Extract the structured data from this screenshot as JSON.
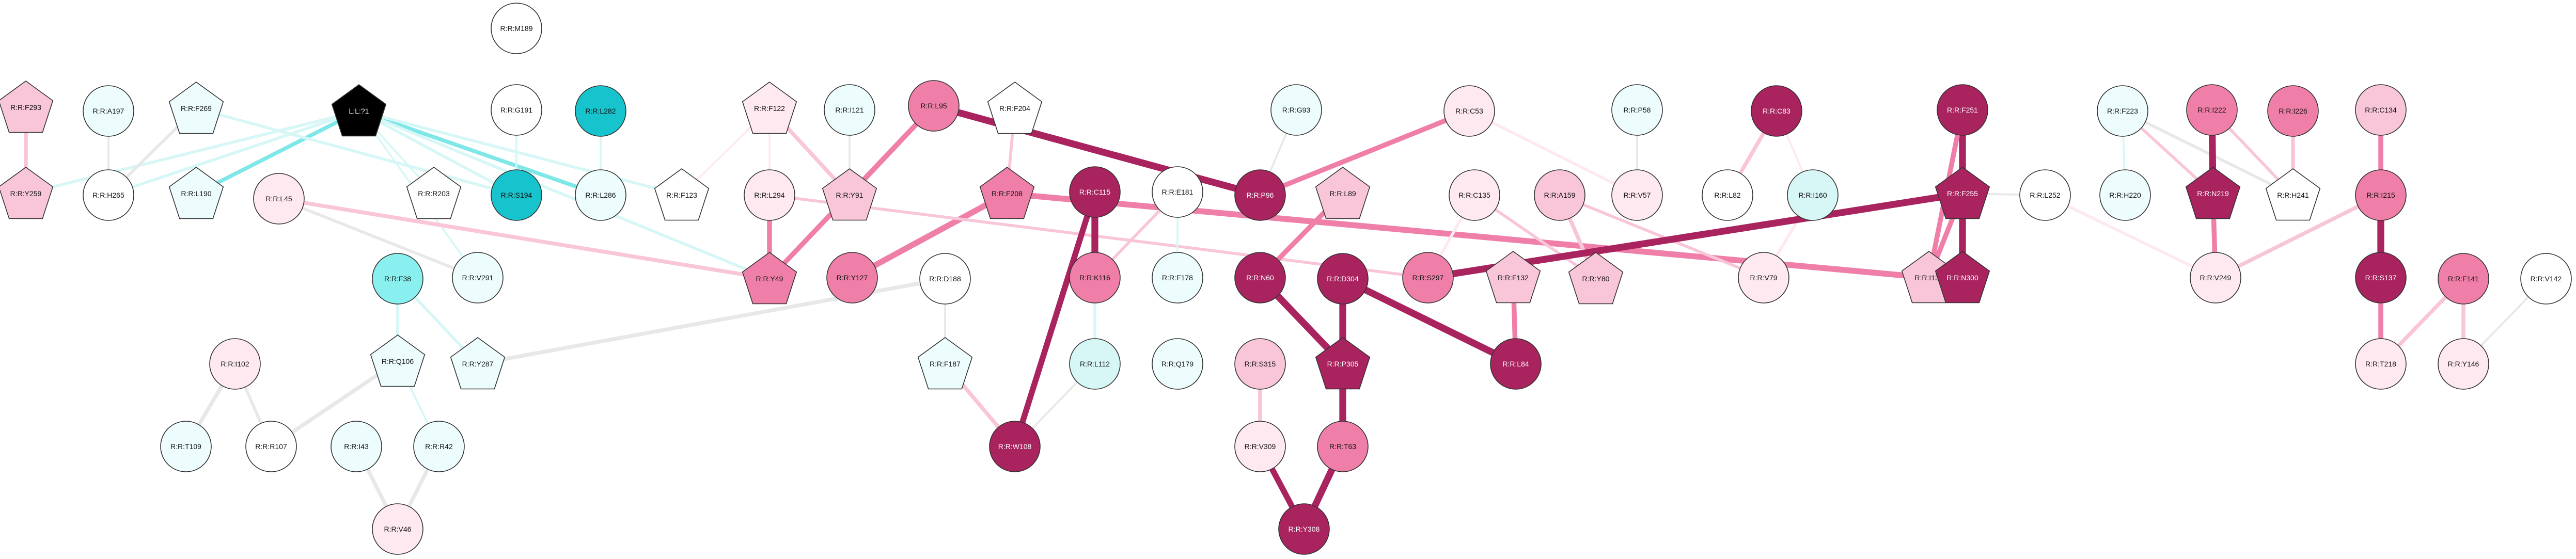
{
  "palette": {
    "grey": "#e8e8e8",
    "white": "#ffffff",
    "cyan_pale": "#edfdfd",
    "cyan_light": "#d7f7f7",
    "cyan": "#8aefef",
    "cyan_mid": "#7fe7e7",
    "cyan_dark": "#17c3cc",
    "pink_pale": "#fde9ef",
    "pink_light": "#f9c6d9",
    "pink": "#ef7fa8",
    "magenta": "#a9235f",
    "black": "#000000"
  },
  "nodes": [
    {
      "id": "M189",
      "label": "R:R:M189",
      "shape": "circle",
      "fill": "white"
    },
    {
      "id": "F293",
      "label": "R:R:F293",
      "shape": "pentagon",
      "fill": "pink_light"
    },
    {
      "id": "A197",
      "label": "R:R:A197",
      "shape": "circle",
      "fill": "cyan_pale"
    },
    {
      "id": "F269",
      "label": "R:R:F269",
      "shape": "pentagon",
      "fill": "cyan_pale"
    },
    {
      "id": "L71",
      "label": "L:L:?1",
      "shape": "pentagon",
      "fill": "black",
      "text_color": "#ffffff"
    },
    {
      "id": "G191",
      "label": "R:R:G191",
      "shape": "circle",
      "fill": "white"
    },
    {
      "id": "L282",
      "label": "R:R:L282",
      "shape": "circle",
      "fill": "cyan_dark"
    },
    {
      "id": "F122",
      "label": "R:R:F122",
      "shape": "pentagon",
      "fill": "pink_pale"
    },
    {
      "id": "I121",
      "label": "R:R:I121",
      "shape": "circle",
      "fill": "cyan_pale"
    },
    {
      "id": "L95",
      "label": "R:R:L95",
      "shape": "circle",
      "fill": "pink"
    },
    {
      "id": "F204",
      "label": "R:R:F204",
      "shape": "pentagon",
      "fill": "white"
    },
    {
      "id": "G93",
      "label": "R:R:G93",
      "shape": "circle",
      "fill": "cyan_pale"
    },
    {
      "id": "C53",
      "label": "R:R:C53",
      "shape": "circle",
      "fill": "pink_pale"
    },
    {
      "id": "P58",
      "label": "R:R:P58",
      "shape": "circle",
      "fill": "cyan_pale"
    },
    {
      "id": "C83",
      "label": "R:R:C83",
      "shape": "circle",
      "fill": "magenta",
      "text_color": "#ffffff"
    },
    {
      "id": "F251",
      "label": "R:R:F251",
      "shape": "circle",
      "fill": "magenta",
      "text_color": "#ffffff"
    },
    {
      "id": "F223",
      "label": "R:R:F223",
      "shape": "circle",
      "fill": "cyan_pale"
    },
    {
      "id": "I222",
      "label": "R:R:I222",
      "shape": "circle",
      "fill": "pink"
    },
    {
      "id": "I226",
      "label": "R:R:I226",
      "shape": "circle",
      "fill": "pink"
    },
    {
      "id": "C134",
      "label": "R:R:C134",
      "shape": "circle",
      "fill": "pink_light"
    },
    {
      "id": "Y259",
      "label": "R:R:Y259",
      "shape": "pentagon",
      "fill": "pink_light"
    },
    {
      "id": "H265",
      "label": "R:R:H265",
      "shape": "circle",
      "fill": "white"
    },
    {
      "id": "L190",
      "label": "R:R:L190",
      "shape": "pentagon",
      "fill": "cyan_pale"
    },
    {
      "id": "R203",
      "label": "R:R:R203",
      "shape": "pentagon",
      "fill": "white"
    },
    {
      "id": "S194",
      "label": "R:R:S194",
      "shape": "circle",
      "fill": "cyan_dark"
    },
    {
      "id": "L286",
      "label": "R:R:L286",
      "shape": "circle",
      "fill": "cyan_pale"
    },
    {
      "id": "F123",
      "label": "R:R:F123",
      "shape": "pentagon",
      "fill": "white"
    },
    {
      "id": "L294",
      "label": "R:R:L294",
      "shape": "circle",
      "fill": "pink_pale"
    },
    {
      "id": "Y91",
      "label": "R:R:Y91",
      "shape": "pentagon",
      "fill": "pink_light"
    },
    {
      "id": "F208",
      "label": "R:R:F208",
      "shape": "pentagon",
      "fill": "pink"
    },
    {
      "id": "C115",
      "label": "R:R:C115",
      "shape": "circle",
      "fill": "magenta",
      "text_color": "#ffffff"
    },
    {
      "id": "E181",
      "label": "R:R:E181",
      "shape": "circle",
      "fill": "white"
    },
    {
      "id": "P96",
      "label": "R:R:P96",
      "shape": "circle",
      "fill": "magenta",
      "text_color": "#ffffff"
    },
    {
      "id": "L89",
      "label": "R:R:L89",
      "shape": "pentagon",
      "fill": "pink_light"
    },
    {
      "id": "C135",
      "label": "R:R:C135",
      "shape": "circle",
      "fill": "pink_pale"
    },
    {
      "id": "A159",
      "label": "R:R:A159",
      "shape": "circle",
      "fill": "pink_light"
    },
    {
      "id": "V57",
      "label": "R:R:V57",
      "shape": "circle",
      "fill": "pink_pale"
    },
    {
      "id": "L82",
      "label": "R:R:L82",
      "shape": "circle",
      "fill": "white"
    },
    {
      "id": "I160",
      "label": "R:R:I160",
      "shape": "circle",
      "fill": "cyan_light"
    },
    {
      "id": "F255",
      "label": "R:R:F255",
      "shape": "pentagon",
      "fill": "magenta",
      "text_color": "#ffffff"
    },
    {
      "id": "L252",
      "label": "R:R:L252",
      "shape": "circle",
      "fill": "white"
    },
    {
      "id": "H220",
      "label": "R:R:H220",
      "shape": "circle",
      "fill": "cyan_pale"
    },
    {
      "id": "N219",
      "label": "R:R:N219",
      "shape": "pentagon",
      "fill": "magenta",
      "text_color": "#ffffff"
    },
    {
      "id": "H241",
      "label": "R:R:H241",
      "shape": "pentagon",
      "fill": "white"
    },
    {
      "id": "I215",
      "label": "R:R:I215",
      "shape": "circle",
      "fill": "pink"
    },
    {
      "id": "L45",
      "label": "R:R:L45",
      "shape": "circle",
      "fill": "pink_pale"
    },
    {
      "id": "Y49",
      "label": "R:R:Y49",
      "shape": "pentagon",
      "fill": "pink"
    },
    {
      "id": "Y127",
      "label": "R:R:Y127",
      "shape": "circle",
      "fill": "pink"
    },
    {
      "id": "K116",
      "label": "R:R:K116",
      "shape": "circle",
      "fill": "pink"
    },
    {
      "id": "F178",
      "label": "R:R:F178",
      "shape": "circle",
      "fill": "cyan_pale"
    },
    {
      "id": "N60",
      "label": "R:R:N60",
      "shape": "circle",
      "fill": "magenta",
      "text_color": "#ffffff"
    },
    {
      "id": "D304",
      "label": "R:R:D304",
      "shape": "circle",
      "fill": "magenta",
      "text_color": "#ffffff"
    },
    {
      "id": "S297",
      "label": "R:R:S297",
      "shape": "circle",
      "fill": "pink"
    },
    {
      "id": "F132",
      "label": "R:R:F132",
      "shape": "pentagon",
      "fill": "pink_light"
    },
    {
      "id": "Y80",
      "label": "R:R:Y80",
      "shape": "pentagon",
      "fill": "pink_light"
    },
    {
      "id": "V79",
      "label": "R:R:V79",
      "shape": "circle",
      "fill": "pink_pale"
    },
    {
      "id": "I130",
      "label": "R:R:I130",
      "shape": "pentagon",
      "fill": "pink_light"
    },
    {
      "id": "N300",
      "label": "R:R:N300",
      "shape": "pentagon",
      "fill": "magenta",
      "text_color": "#ffffff"
    },
    {
      "id": "V249",
      "label": "R:R:V249",
      "shape": "circle",
      "fill": "pink_pale"
    },
    {
      "id": "S137",
      "label": "R:R:S137",
      "shape": "circle",
      "fill": "magenta",
      "text_color": "#ffffff"
    },
    {
      "id": "F141",
      "label": "R:R:F141",
      "shape": "circle",
      "fill": "pink"
    },
    {
      "id": "V142",
      "label": "R:R:V142",
      "shape": "circle",
      "fill": "white"
    },
    {
      "id": "F38",
      "label": "R:R:F38",
      "shape": "circle",
      "fill": "cyan"
    },
    {
      "id": "V291",
      "label": "R:R:V291",
      "shape": "circle",
      "fill": "cyan_pale"
    },
    {
      "id": "D188",
      "label": "R:R:D188",
      "shape": "circle",
      "fill": "white"
    },
    {
      "id": "L84",
      "label": "R:R:L84",
      "shape": "circle",
      "fill": "magenta",
      "text_color": "#ffffff"
    },
    {
      "id": "I102",
      "label": "R:R:I102",
      "shape": "circle",
      "fill": "pink_pale"
    },
    {
      "id": "Q106",
      "label": "R:R:Q106",
      "shape": "pentagon",
      "fill": "cyan_pale"
    },
    {
      "id": "Y287",
      "label": "R:R:Y287",
      "shape": "pentagon",
      "fill": "cyan_pale"
    },
    {
      "id": "F187",
      "label": "R:R:F187",
      "shape": "pentagon",
      "fill": "cyan_pale"
    },
    {
      "id": "L112",
      "label": "R:R:L112",
      "shape": "circle",
      "fill": "cyan_light"
    },
    {
      "id": "Q179",
      "label": "R:R:Q179",
      "shape": "circle",
      "fill": "cyan_pale"
    },
    {
      "id": "S315",
      "label": "R:R:S315",
      "shape": "circle",
      "fill": "pink_light"
    },
    {
      "id": "P305",
      "label": "R:R:P305",
      "shape": "pentagon",
      "fill": "magenta",
      "text_color": "#ffffff"
    },
    {
      "id": "T218",
      "label": "R:R:T218",
      "shape": "circle",
      "fill": "pink_pale"
    },
    {
      "id": "Y146",
      "label": "R:R:Y146",
      "shape": "circle",
      "fill": "pink_pale"
    },
    {
      "id": "T109",
      "label": "R:R:T109",
      "shape": "circle",
      "fill": "cyan_pale"
    },
    {
      "id": "R107",
      "label": "R:R:R107",
      "shape": "circle",
      "fill": "white"
    },
    {
      "id": "I43",
      "label": "R:R:I43",
      "shape": "circle",
      "fill": "cyan_pale"
    },
    {
      "id": "R42",
      "label": "R:R:R42",
      "shape": "circle",
      "fill": "cyan_pale"
    },
    {
      "id": "W108",
      "label": "R:R:W108",
      "shape": "circle",
      "fill": "magenta",
      "text_color": "#ffffff"
    },
    {
      "id": "V309",
      "label": "R:R:V309",
      "shape": "circle",
      "fill": "pink_pale"
    },
    {
      "id": "T63",
      "label": "R:R:T63",
      "shape": "circle",
      "fill": "pink"
    },
    {
      "id": "V46",
      "label": "R:R:V46",
      "shape": "circle",
      "fill": "pink_pale"
    },
    {
      "id": "Y308",
      "label": "R:R:Y308",
      "shape": "circle",
      "fill": "magenta",
      "text_color": "#ffffff"
    }
  ],
  "edges": [
    {
      "from": "L71",
      "to": "L190",
      "color": "cyan_mid",
      "weight": 4
    },
    {
      "from": "L71",
      "to": "L286",
      "color": "cyan_mid",
      "weight": 4
    },
    {
      "from": "L71",
      "to": "Y259",
      "color": "cyan_light",
      "weight": 3
    },
    {
      "from": "L71",
      "to": "H265",
      "color": "cyan_light",
      "weight": 3
    },
    {
      "from": "L71",
      "to": "S194",
      "color": "cyan_light",
      "weight": 3
    },
    {
      "from": "L71",
      "to": "F123",
      "color": "cyan_light",
      "weight": 3
    },
    {
      "from": "L71",
      "to": "R203",
      "color": "cyan_light",
      "weight": 2
    },
    {
      "from": "L71",
      "to": "Y49",
      "color": "cyan_light",
      "weight": 3
    },
    {
      "from": "L71",
      "to": "V291",
      "color": "cyan_light",
      "weight": 2
    },
    {
      "from": "F269",
      "to": "S194",
      "color": "cyan_light",
      "weight": 3
    },
    {
      "from": "F269",
      "to": "H265",
      "color": "grey",
      "weight": 3
    },
    {
      "from": "F293",
      "to": "Y259",
      "color": "pink_light",
      "weight": 4
    },
    {
      "from": "A197",
      "to": "H265",
      "color": "grey",
      "weight": 2
    },
    {
      "from": "G191",
      "to": "S194",
      "color": "cyan_light",
      "weight": 2
    },
    {
      "from": "L282",
      "to": "L286",
      "color": "cyan_light",
      "weight": 2
    },
    {
      "from": "F122",
      "to": "F123",
      "color": "pink_pale",
      "weight": 2
    },
    {
      "from": "F122",
      "to": "Y91",
      "color": "pink_light",
      "weight": 4
    },
    {
      "from": "F122",
      "to": "L294",
      "color": "pink_pale",
      "weight": 2
    },
    {
      "from": "I121",
      "to": "Y91",
      "color": "grey",
      "weight": 2
    },
    {
      "from": "L95",
      "to": "Y91",
      "color": "pink",
      "weight": 5
    },
    {
      "from": "L95",
      "to": "P96",
      "color": "magenta",
      "weight": 7
    },
    {
      "from": "L95",
      "to": "Y49",
      "color": "pink",
      "weight": 5
    },
    {
      "from": "F204",
      "to": "F208",
      "color": "pink_light",
      "weight": 3
    },
    {
      "from": "F208",
      "to": "Y127",
      "color": "pink",
      "weight": 6
    },
    {
      "from": "F208",
      "to": "I130",
      "color": "pink",
      "weight": 6
    },
    {
      "from": "L294",
      "to": "Y49",
      "color": "pink",
      "weight": 5
    },
    {
      "from": "L294",
      "to": "S297",
      "color": "pink_light",
      "weight": 3
    },
    {
      "from": "L45",
      "to": "Y49",
      "color": "pink_light",
      "weight": 4
    },
    {
      "from": "L45",
      "to": "V291",
      "color": "grey",
      "weight": 3
    },
    {
      "from": "C115",
      "to": "K116",
      "color": "magenta",
      "weight": 7
    },
    {
      "from": "C115",
      "to": "W108",
      "color": "magenta",
      "weight": 6
    },
    {
      "from": "E181",
      "to": "K116",
      "color": "pink_light",
      "weight": 3
    },
    {
      "from": "E181",
      "to": "F178",
      "color": "cyan_light",
      "weight": 2
    },
    {
      "from": "K116",
      "to": "L112",
      "color": "cyan_light",
      "weight": 3
    },
    {
      "from": "L112",
      "to": "W108",
      "color": "grey",
      "weight": 2
    },
    {
      "from": "F187",
      "to": "W108",
      "color": "pink_light",
      "weight": 4
    },
    {
      "from": "D188",
      "to": "F187",
      "color": "grey",
      "weight": 2
    },
    {
      "from": "D188",
      "to": "Y287",
      "color": "grey",
      "weight": 4
    },
    {
      "from": "G93",
      "to": "P96",
      "color": "grey",
      "weight": 2
    },
    {
      "from": "C53",
      "to": "P96",
      "color": "pink",
      "weight": 5
    },
    {
      "from": "C53",
      "to": "V57",
      "color": "pink_pale",
      "weight": 3
    },
    {
      "from": "P58",
      "to": "V57",
      "color": "grey",
      "weight": 2
    },
    {
      "from": "L89",
      "to": "N60",
      "color": "pink",
      "weight": 5
    },
    {
      "from": "N60",
      "to": "P305",
      "color": "magenta",
      "weight": 7
    },
    {
      "from": "D304",
      "to": "P305",
      "color": "magenta",
      "weight": 7
    },
    {
      "from": "D304",
      "to": "L84",
      "color": "magenta",
      "weight": 7
    },
    {
      "from": "F132",
      "to": "L84",
      "color": "pink",
      "weight": 5
    },
    {
      "from": "C135",
      "to": "S297",
      "color": "pink_pale",
      "weight": 3
    },
    {
      "from": "C135",
      "to": "Y80",
      "color": "pink_light",
      "weight": 3
    },
    {
      "from": "A159",
      "to": "Y80",
      "color": "pink_light",
      "weight": 4
    },
    {
      "from": "A159",
      "to": "V79",
      "color": "pink_light",
      "weight": 3
    },
    {
      "from": "I160",
      "to": "V79",
      "color": "pink_pale",
      "weight": 3
    },
    {
      "from": "C83",
      "to": "L82",
      "color": "pink_light",
      "weight": 4
    },
    {
      "from": "C83",
      "to": "I160",
      "color": "pink_pale",
      "weight": 2
    },
    {
      "from": "F251",
      "to": "F255",
      "color": "magenta",
      "weight": 7
    },
    {
      "from": "F251",
      "to": "I130",
      "color": "pink",
      "weight": 5
    },
    {
      "from": "F255",
      "to": "I130",
      "color": "pink",
      "weight": 5
    },
    {
      "from": "F255",
      "to": "N300",
      "color": "magenta",
      "weight": 7
    },
    {
      "from": "F255",
      "to": "S297",
      "color": "magenta",
      "weight": 7
    },
    {
      "from": "F255",
      "to": "L252",
      "color": "grey",
      "weight": 2
    },
    {
      "from": "L252",
      "to": "V249",
      "color": "pink_pale",
      "weight": 3
    },
    {
      "from": "F223",
      "to": "H220",
      "color": "cyan_light",
      "weight": 2
    },
    {
      "from": "F223",
      "to": "H241",
      "color": "grey",
      "weight": 3
    },
    {
      "from": "F223",
      "to": "N219",
      "color": "pink_light",
      "weight": 3
    },
    {
      "from": "I222",
      "to": "N219",
      "color": "magenta",
      "weight": 7
    },
    {
      "from": "I222",
      "to": "H241",
      "color": "pink_light",
      "weight": 3
    },
    {
      "from": "I226",
      "to": "H241",
      "color": "pink_light",
      "weight": 4
    },
    {
      "from": "N219",
      "to": "V249",
      "color": "pink",
      "weight": 5
    },
    {
      "from": "C134",
      "to": "I215",
      "color": "pink",
      "weight": 5
    },
    {
      "from": "I215",
      "to": "S137",
      "color": "magenta",
      "weight": 7
    },
    {
      "from": "I215",
      "to": "V249",
      "color": "pink_light",
      "weight": 4
    },
    {
      "from": "S137",
      "to": "T218",
      "color": "pink",
      "weight": 5
    },
    {
      "from": "F141",
      "to": "T218",
      "color": "pink_light",
      "weight": 4
    },
    {
      "from": "F141",
      "to": "Y146",
      "color": "pink_light",
      "weight": 4
    },
    {
      "from": "V142",
      "to": "Y146",
      "color": "grey",
      "weight": 2
    },
    {
      "from": "F38",
      "to": "Q106",
      "color": "cyan_light",
      "weight": 3
    },
    {
      "from": "F38",
      "to": "Y287",
      "color": "cyan_light",
      "weight": 3
    },
    {
      "from": "Q106",
      "to": "R107",
      "color": "grey",
      "weight": 4
    },
    {
      "from": "Q106",
      "to": "R42",
      "color": "cyan_light",
      "weight": 2
    },
    {
      "from": "I102",
      "to": "T109",
      "color": "grey",
      "weight": 4
    },
    {
      "from": "I102",
      "to": "R107",
      "color": "grey",
      "weight": 3
    },
    {
      "from": "I43",
      "to": "V46",
      "color": "grey",
      "weight": 4
    },
    {
      "from": "R42",
      "to": "V46",
      "color": "grey",
      "weight": 4
    },
    {
      "from": "S315",
      "to": "V309",
      "color": "pink_light",
      "weight": 4
    },
    {
      "from": "V309",
      "to": "Y308",
      "color": "magenta",
      "weight": 6
    },
    {
      "from": "P305",
      "to": "T63",
      "color": "magenta",
      "weight": 7
    },
    {
      "from": "T63",
      "to": "Y308",
      "color": "magenta",
      "weight": 7
    }
  ]
}
